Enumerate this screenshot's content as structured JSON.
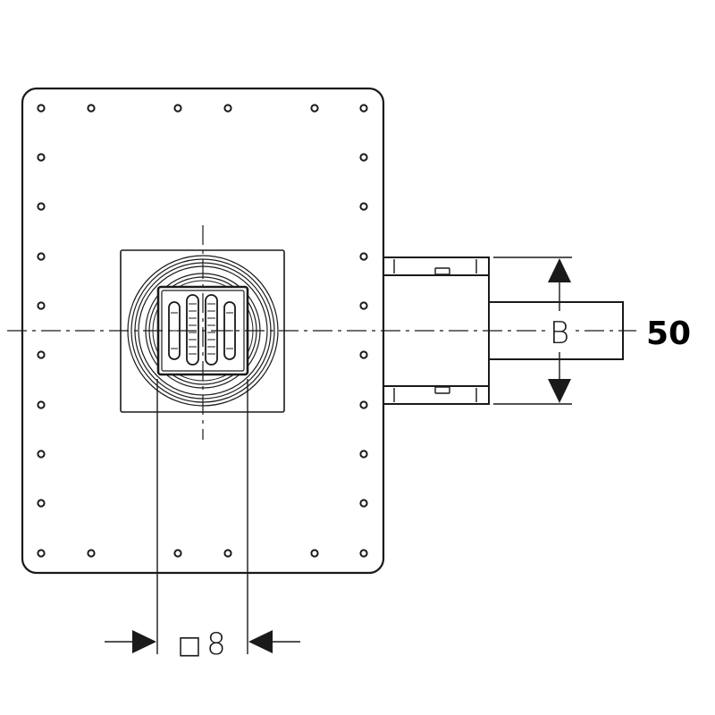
{
  "dimensions": {
    "outlet_diameter": "50",
    "pipe_label": "B",
    "grate_size_symbol": "□",
    "grate_size": "8"
  }
}
